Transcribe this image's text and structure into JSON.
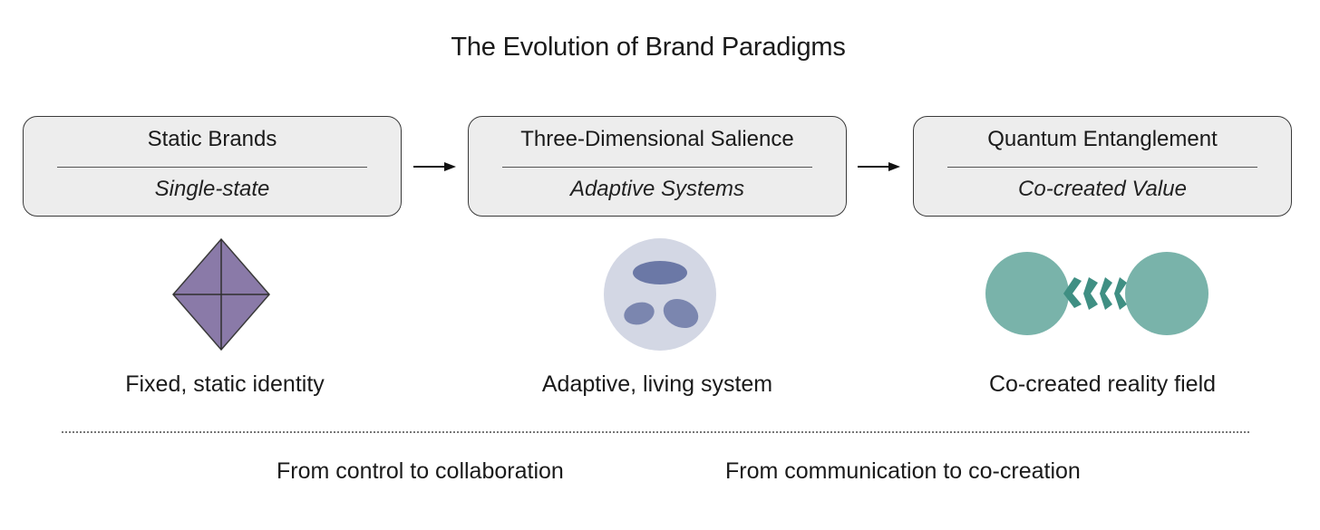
{
  "title": "The Evolution of Brand Paradigms",
  "stages": [
    {
      "name": "Static Brands",
      "subtitle": "Single-state",
      "caption": "Fixed, static identity"
    },
    {
      "name": "Three-Dimensional Salience",
      "subtitle": "Adaptive Systems",
      "caption": "Adaptive, living system"
    },
    {
      "name": "Quantum Entanglement",
      "subtitle": "Co-created Value",
      "caption": "Co-created reality field"
    }
  ],
  "principles": [
    "From control to collaboration",
    "From communication to co-creation"
  ],
  "colors": {
    "box_fill": "#ededed",
    "diamond": "#8a7aa8",
    "circle_bg": "#d3d7e4",
    "blob": "#6b78a6",
    "teal": "#79b3aa",
    "teal_dark": "#3f8f83"
  },
  "icons": [
    "diamond-icon",
    "adaptive-circle-icon",
    "entangled-circles-icon"
  ]
}
